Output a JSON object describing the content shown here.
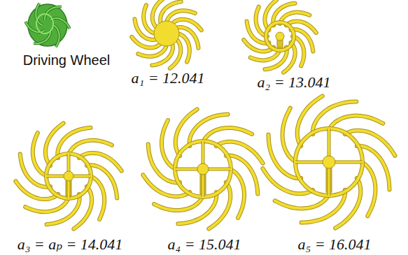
{
  "diagram": {
    "labels": [
      "Driving Wheel",
      "a₁ = 12.041",
      "a₂ = 13.041",
      "a₃ = aₚ = 14.041",
      "a₄ = 15.041",
      "a₅ = 16.041"
    ]
  }
}
